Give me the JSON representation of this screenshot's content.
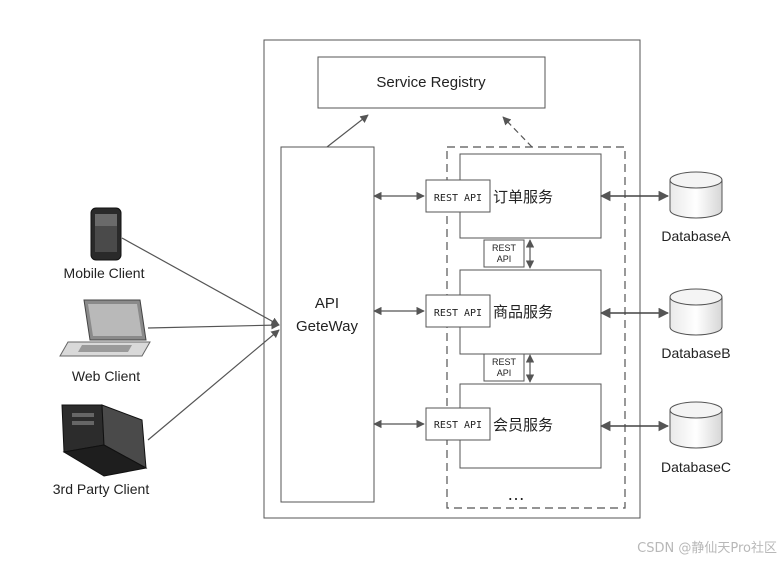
{
  "service_registry": "Service  Registry",
  "gateway": {
    "line1": "API",
    "line2": "GeteWay"
  },
  "rest_api": "REST API",
  "rest_api_small": {
    "line1": "REST",
    "line2": "API"
  },
  "services": [
    "订单服务",
    "商品服务",
    "会员服务"
  ],
  "databases": [
    "DatabaseA",
    "DatabaseB",
    "DatabaseC"
  ],
  "clients": [
    "Mobile Client",
    "Web Client",
    "3rd Party Client"
  ],
  "ellipsis": "…",
  "watermark": "CSDN @静仙天Pro社区",
  "icons": [
    "phone-icon",
    "laptop-icon",
    "server-icon",
    "database-icon"
  ]
}
